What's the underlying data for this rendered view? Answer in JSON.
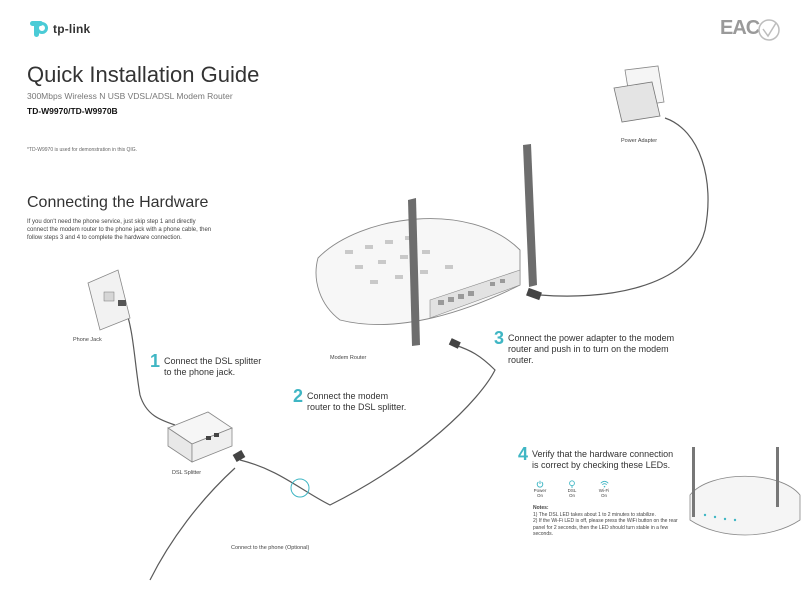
{
  "brand": {
    "name": "tp-link",
    "cert_mark": "EAC"
  },
  "title": "Quick Installation Guide",
  "subtitle": "300Mbps Wireless N USB VDSL/ADSL Modem Router",
  "model": "TD-W9970/TD-W9970B",
  "demo_note": "*TD-W9970 is used for demonstration in this QIG.",
  "section": {
    "heading": "Connecting the Hardware",
    "intro": "If you don't need the phone service, just skip step 1 and directly connect the modem router to the phone jack with a phone cable, then follow steps 3 and 4 to complete the hardware connection."
  },
  "labels": {
    "phone_jack": "Phone Jack",
    "modem_router": "Modem Router",
    "power_adapter": "Power Adapter",
    "dsl_splitter": "DSL Splitter",
    "phone_optional": "Connect to the phone (Optional)"
  },
  "steps": [
    {
      "num": "1",
      "line1": "Connect the DSL splitter",
      "line2": "to the phone jack."
    },
    {
      "num": "2",
      "line1": "Connect the modem",
      "line2": "router to the DSL splitter."
    },
    {
      "num": "3",
      "line1": "Connect the power adapter to the modem",
      "line2": "router and push in to turn on the modem",
      "line3": "router."
    },
    {
      "num": "4",
      "line1": "Verify that the hardware connection",
      "line2": "is correct by checking these LEDs."
    }
  ],
  "leds": [
    {
      "icon": "power-icon",
      "name": "Power",
      "state": "On"
    },
    {
      "icon": "dsl-icon",
      "name": "DSL",
      "state": "On"
    },
    {
      "icon": "wifi-icon",
      "name": "Wi-Fi",
      "state": "On"
    }
  ],
  "notes": {
    "heading": "Notes:",
    "n1": "1) The DSL LED takes about 1 to 2 minutes to stabilize.",
    "n2": "2) If the Wi-Fi LED is off, please press the WiFi button on the rear panel for 2 seconds, then the LED should turn stable in a few seconds."
  },
  "colors": {
    "accent": "#3fb6c4",
    "text": "#333333",
    "line": "#555555"
  }
}
